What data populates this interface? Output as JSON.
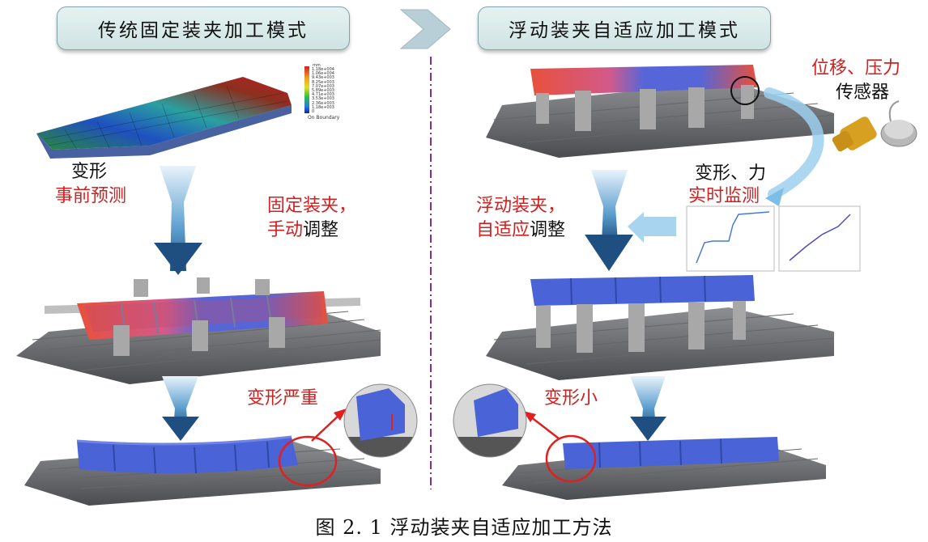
{
  "left_panel": {
    "title": "传统固定装夹加工模式",
    "deform_label": "变形",
    "predict_label": "事前预测",
    "fixed_clamp_label": "固定装夹，",
    "manual_adjust_prefix": "手动",
    "manual_adjust_suffix": "调整",
    "severe_deform_label": "变形严重"
  },
  "right_panel": {
    "title": "浮动装夹自适应加工模式",
    "sensor_red_label": "位移、压力",
    "sensor_black_label": "传感器",
    "deform_force_label": "变形、力",
    "realtime_monitor_label": "实时监测",
    "floating_clamp_label": "浮动装夹，",
    "adaptive_prefix": "自适应",
    "adaptive_suffix": "调整",
    "small_deform_label": "变形小"
  },
  "caption": "图 2. 1  浮动装夹自适应加工方法",
  "legend_values": [
    "1.18e+004",
    "1.06e+004",
    "9.43e+003",
    "8.25e+003",
    "7.07e+003",
    "5.89e+003",
    "4.71e+003",
    "3.53e+003",
    "2.36e+003",
    "1.18e+003",
    "0"
  ],
  "legend_unit": "mm",
  "legend_footer": "On Boundary",
  "colors": {
    "accent_red": "#d22020",
    "part_blue": "#4a63d6",
    "part_red": "#e8503c",
    "divider": "#8a2a8a"
  }
}
